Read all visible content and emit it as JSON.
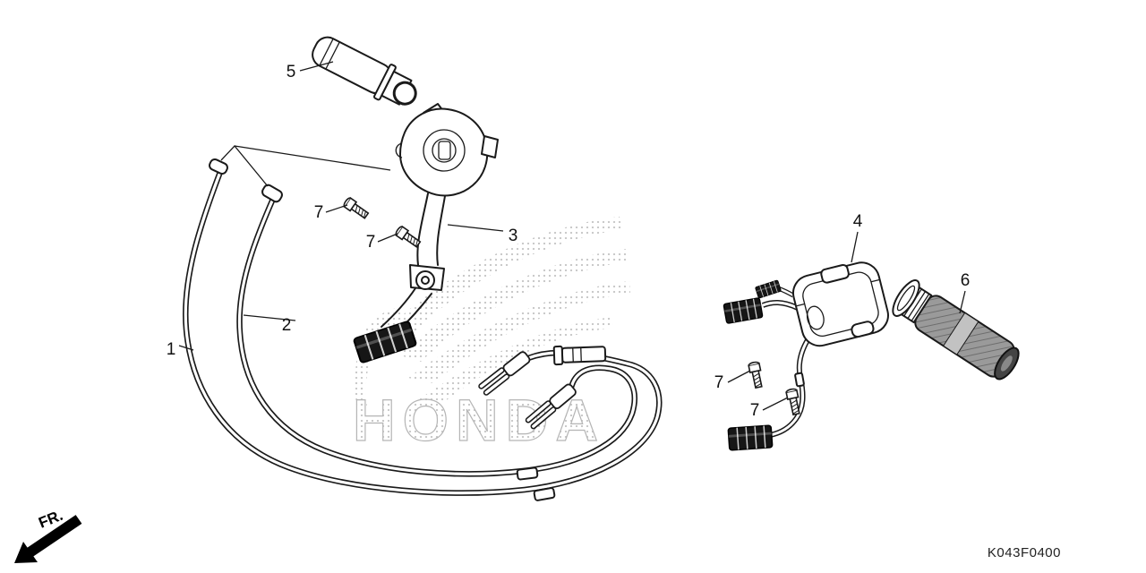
{
  "diagram": {
    "code": "K043F0400",
    "fr_label": "FR.",
    "watermark_text": "HONDA",
    "line_color": "#1a1a1a",
    "watermark_color": "#c6c6c6",
    "grip_gray": "#9a9a9a",
    "callouts": {
      "c1": "1",
      "c2": "2",
      "c3": "3",
      "c4": "4",
      "c5": "5",
      "c6": "6",
      "c7a": "7",
      "c7b": "7",
      "c7c": "7",
      "c7d": "7"
    }
  }
}
